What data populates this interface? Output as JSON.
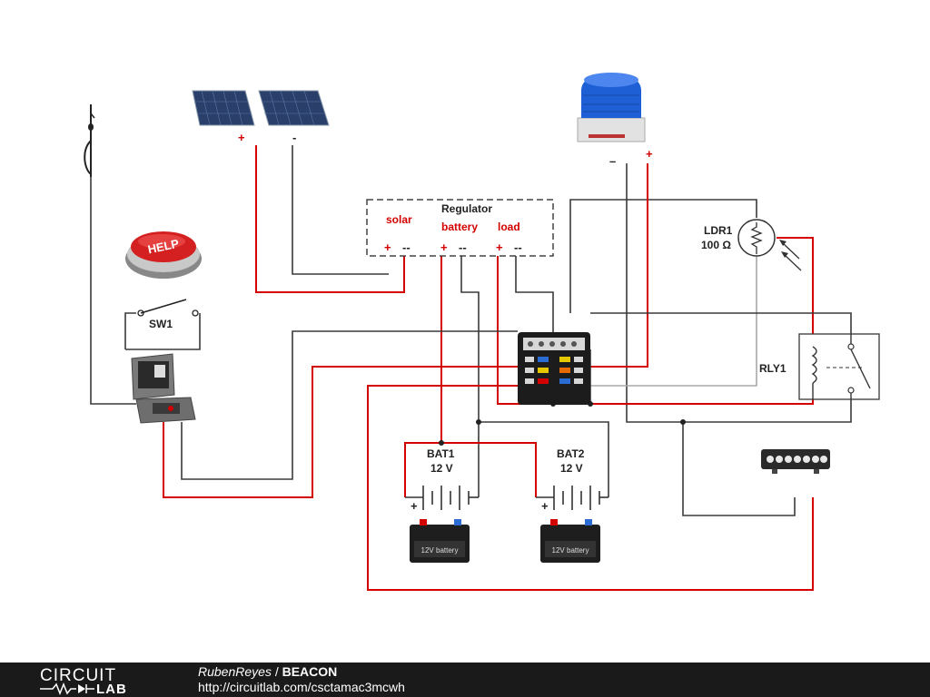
{
  "labels": {
    "regulator": "Regulator",
    "solar": "solar",
    "battery": "battery",
    "load": "load",
    "plus": "+",
    "minus": "--",
    "panel_plus": "+",
    "panel_minus": "-",
    "beacon_minus": "–",
    "beacon_plus": "+",
    "help": "HELP",
    "sw1": "SW1",
    "ldr1": "LDR1",
    "ldr1_value": "100 Ω",
    "rly1": "RLY1",
    "bat1": "BAT1",
    "bat1_value": "12 V",
    "bat2": "BAT2",
    "bat2_value": "12 V",
    "battery_plus": "+",
    "battery_label": "12V battery"
  },
  "footer": {
    "logo_top": "CIRCUIT",
    "logo_bottom": "LAB",
    "author": "RubenReyes",
    "separator": " / ",
    "title": "BEACON",
    "url": "http://circuitlab.com/csctamac3mcwh"
  },
  "colors": {
    "wire_positive": "#d40000",
    "wire_negative": "#3a3a3a",
    "wire_ldr": "#a8a8a8",
    "beacon": "#1f5fd6",
    "help_button": "#d42020",
    "footer_bg": "#1a1a1a"
  },
  "icons": [
    "solar-panel-icon",
    "antenna-icon",
    "help-button-icon",
    "radio-case-icon",
    "beacon-light-icon",
    "fuse-box-icon",
    "led-light-bar-icon",
    "battery-icon"
  ]
}
